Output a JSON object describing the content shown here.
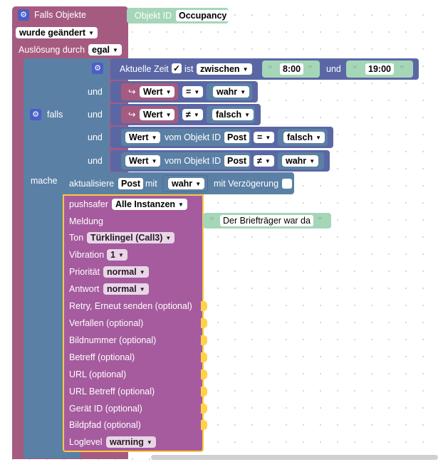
{
  "trigger": {
    "title": "Falls Objekte",
    "object_id_label": "Objekt ID",
    "object_id_value": "Occupancy",
    "changed_value": "wurde geändert",
    "triggered_by_label": "Auslösung durch",
    "triggered_by_value": "egal"
  },
  "if_block": {
    "falls_label": "falls",
    "mache_label": "mache",
    "and_label": "und",
    "cond_time": {
      "label": "Aktuelle Zeit",
      "checked": "✓",
      "ist": "ist",
      "op": "zwischen",
      "from": "8:00",
      "und": "und",
      "to": "19:00"
    },
    "cond2": {
      "var": "Wert",
      "op": "=",
      "value": "wahr"
    },
    "cond3": {
      "var": "Wert",
      "op": "≠",
      "value": "falsch"
    },
    "cond4": {
      "var": "Wert",
      "from_label": "vom Objekt ID",
      "obj": "Post",
      "op": "=",
      "value": "falsch"
    },
    "cond5": {
      "var": "Wert",
      "from_label": "vom Objekt ID",
      "obj": "Post",
      "op": "≠",
      "value": "wahr"
    }
  },
  "update": {
    "label": "aktualisiere",
    "obj": "Post",
    "mit": "mit",
    "value": "wahr",
    "delay_label": "mit Verzögerung"
  },
  "pushsafer": {
    "label": "pushsafer",
    "instance": "Alle Instanzen",
    "message_label": "Meldung",
    "message_value": "Der Briefträger war da",
    "sound_label": "Ton",
    "sound_value": "Türklingel (Call3)",
    "vibration_label": "Vibration",
    "vibration_value": "1",
    "priority_label": "Priorität",
    "priority_value": "normal",
    "answer_label": "Antwort",
    "answer_value": "normal",
    "optional_rows": [
      "Retry, Erneut senden (optional)",
      "Verfallen (optional)",
      "Bildnummer (optional)",
      "Betreff (optional)",
      "URL (optional)",
      "URL Betreff (optional)",
      "Gerät ID (optional)",
      "Bildpfad (optional)"
    ],
    "loglevel_label": "Loglevel",
    "loglevel_value": "warning"
  },
  "colors": {
    "trigger": "#a55b80",
    "logic": "#5b80a5",
    "compare": "#5b67a5",
    "variable": "#a55b80",
    "text": "#a5d6b8",
    "pushsafer": "#a55b9e",
    "gear": "#4a5ec8",
    "warning_tab": "#ffd24a"
  },
  "icons": {
    "gear": "gear-icon",
    "get_var": "get-variable-icon",
    "quote": "quote-icon",
    "dropdown": "dropdown-arrow-icon"
  }
}
